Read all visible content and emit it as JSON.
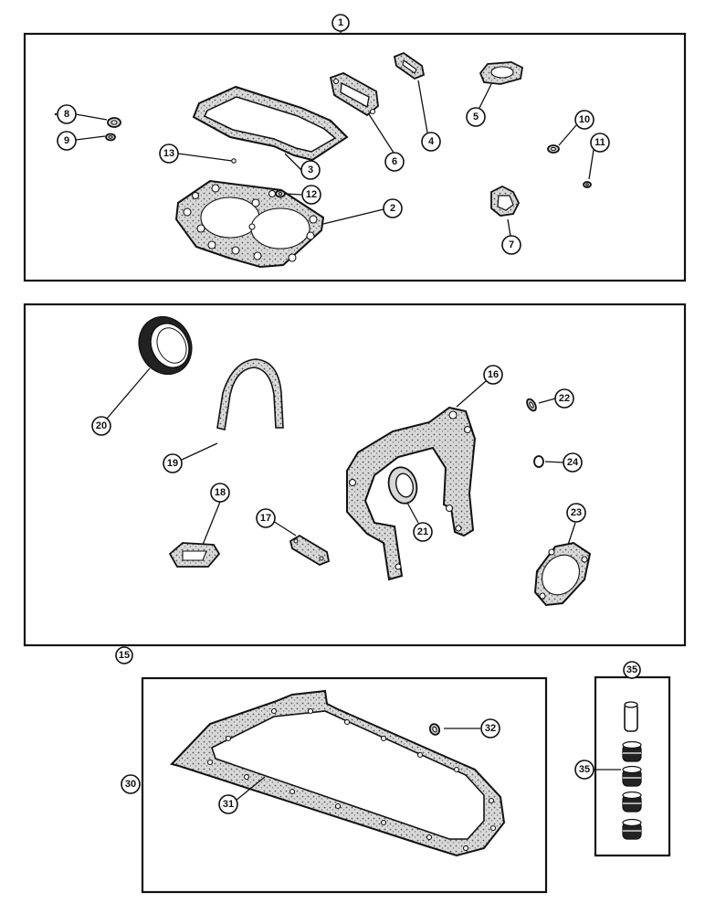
{
  "callouts": {
    "c1": "1",
    "c2": "2",
    "c3": "3",
    "c4": "4",
    "c5": "5",
    "c6": "6",
    "c7": "7",
    "c8": "8",
    "c9": "9",
    "c10": "10",
    "c11": "11",
    "c12": "12",
    "c13": "13",
    "c15": "15",
    "c16": "16",
    "c17": "17",
    "c18": "18",
    "c19": "19",
    "c20": "20",
    "c21": "21",
    "c22": "22",
    "c23": "23",
    "c24": "24",
    "c30": "30",
    "c31": "31",
    "c32": "32",
    "c35a": "35",
    "c35b": "35"
  }
}
